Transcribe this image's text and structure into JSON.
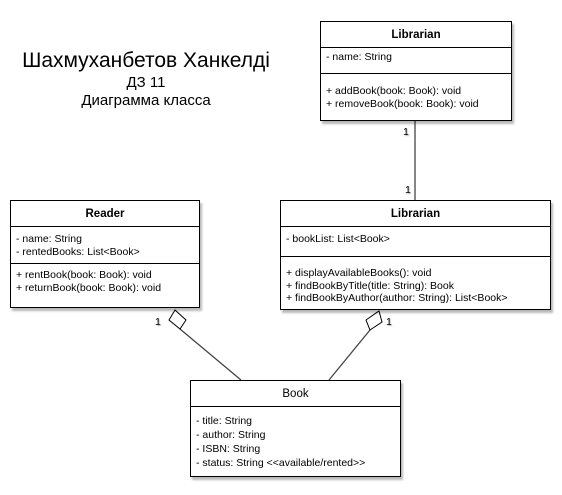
{
  "header": {
    "author": "Шахмуханбетов Ханкелді",
    "assignment": "ДЗ 11",
    "diagram_type": "Диаграмма класса"
  },
  "classes": {
    "librarian_top": {
      "name": "Librarian",
      "attributes": [
        "- name: String"
      ],
      "methods": [
        "+ addBook(book: Book): void",
        "+ removeBook(book: Book): void"
      ]
    },
    "reader": {
      "name": "Reader",
      "attributes": [
        "- name: String",
        "- rentedBooks: List<Book>"
      ],
      "methods": [
        "+ rentBook(book: Book): void",
        "+ returnBook(book: Book): void"
      ]
    },
    "librarian_mid": {
      "name": "Librarian",
      "attributes": [
        "- bookList: List<Book>"
      ],
      "methods": [
        "+ displayAvailableBooks(): void",
        "+ findBookByTitle(title: String): Book",
        "+ findBookByAuthor(author: String): List<Book>"
      ]
    },
    "book": {
      "name": "Book",
      "attributes": [
        "- title: String",
        "- author: String",
        "- ISBN: String",
        "- status: String <<available/rented>>"
      ],
      "methods": []
    }
  },
  "multiplicities": {
    "librarian_link_top": "1",
    "librarian_link_bottom": "1",
    "reader_book": "1",
    "librarian_book": "1"
  },
  "colors": {
    "stroke": "#000000",
    "connector": "#444444",
    "background": "#ffffff"
  }
}
